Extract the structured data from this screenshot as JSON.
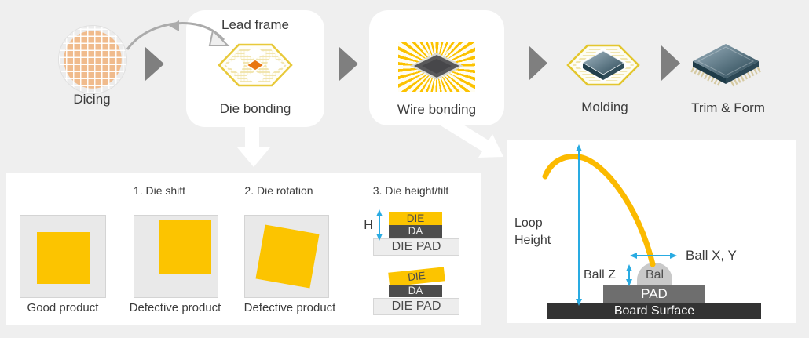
{
  "colors": {
    "background": "#efefef",
    "panel": "#ffffff",
    "yellow": "#fcc400",
    "wire_yellow": "#fbba00",
    "cyan": "#29abe2",
    "orange_die": "#e87511",
    "arrow_gray": "#7f7f7f",
    "da_dark": "#4d4d4d",
    "pad_gray": "#6e6e6e",
    "board_dark": "#333333"
  },
  "process": {
    "steps": [
      {
        "label": "Dicing"
      },
      {
        "label": "Die bonding",
        "tag": "Lead frame"
      },
      {
        "label": "Wire bonding"
      },
      {
        "label": "Molding"
      },
      {
        "label": "Trim & Form"
      }
    ]
  },
  "die_defects": {
    "items": [
      {
        "heading": "",
        "caption": "Good product"
      },
      {
        "heading": "1. Die shift",
        "caption": "Defective product"
      },
      {
        "heading": "2. Die rotation",
        "caption": "Defective product"
      },
      {
        "heading": "3. Die height/tilt",
        "caption": ""
      }
    ],
    "stack_labels": {
      "die": "DIE",
      "da": "DA",
      "die_pad": "DIE PAD"
    },
    "height_label": "H"
  },
  "wire_bond": {
    "loop_height": "Loop Height",
    "ball_xy": "Ball X, Y",
    "ball_z": "Ball Z",
    "ball": "Bal",
    "pad": "PAD",
    "board_surface": "Board Surface"
  }
}
